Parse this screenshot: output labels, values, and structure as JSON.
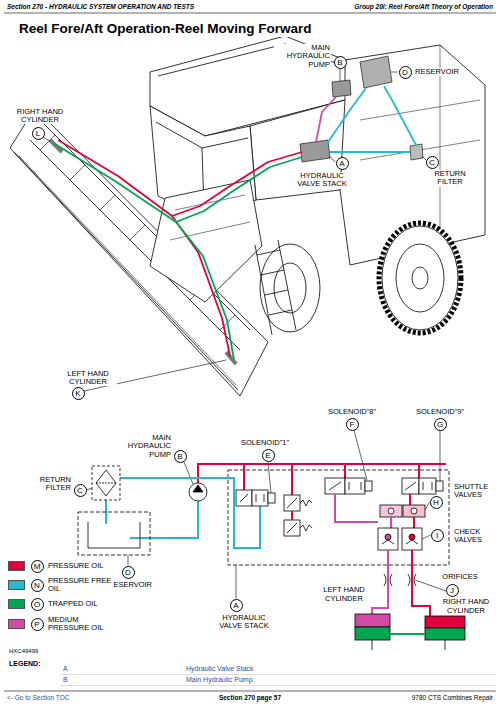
{
  "diagram": {
    "title": "Reel Fore/Aft Operation-Reel Moving Forward",
    "nodes": [
      {
        "text": [
          "B",
          "MAIN HYDRAULIC PUMP"
        ]
      },
      {
        "text": [
          "D",
          "RESERVOIR"
        ]
      },
      {
        "text": [
          "L",
          "RIGHT HAND CYLINDER"
        ]
      },
      {
        "text": [
          "A",
          "HYDRAULIC VALVE STACK"
        ]
      },
      {
        "text": [
          "C",
          "RETURN FILTER"
        ]
      },
      {
        "text": [
          "K",
          "LEFT HAND CYLINDER"
        ]
      },
      {
        "text": [
          "F",
          "SOLENOID\"8\""
        ]
      },
      {
        "text": [
          "E",
          "SOLENOID\"1\""
        ]
      },
      {
        "text": [
          "G",
          "SOLENOID\"9\""
        ]
      },
      {
        "text": [
          "B",
          "MAIN HYDRAULIC PUMP"
        ]
      },
      {
        "text": [
          "C",
          "RETURN FILTER"
        ]
      },
      {
        "text": [
          "H",
          "SHUTTLE VALVES"
        ]
      },
      {
        "text": [
          "I",
          "CHECK VALVES"
        ]
      },
      {
        "text": [
          "J",
          "ORIFICES"
        ]
      },
      {
        "text": [
          "M"
        ]
      },
      {
        "text": [
          "N"
        ]
      },
      {
        "text": [
          "O"
        ]
      },
      {
        "text": [
          "P"
        ]
      },
      {
        "text": [
          "D",
          "RESERVOIR"
        ]
      },
      {
        "text": [
          "A",
          "HYDRAULIC VALVE STACK"
        ]
      }
    ],
    "labels": [
      "Section 270 - HYDRAULIC SYSTEM OPERATION AND TESTS",
      "Group 20I: Reel Fore/Aft Theory of Operation",
      "LEFT HAND CYLINDER",
      "RIGHT HAND CYLINDER",
      "HXC49499",
      "LEGEND:",
      "A",
      "Hydraulic Valve Stack",
      "B",
      "Main Hydraulic Pump",
      "<- Go to Section TOC",
      "Section 270 page 57",
      "9780 CTS Combines Repair"
    ],
    "legend": [
      {
        "text": "PRESSURE OIL",
        "color": "#e4003a"
      },
      {
        "text": "PRESSURE FREE OIL",
        "color": "#28b8cc"
      },
      {
        "text": "TRAPPED OIL",
        "color": "#00a651"
      },
      {
        "text": "MEDIUM PRESSURE OIL",
        "color": "#d04aa6"
      }
    ]
  }
}
